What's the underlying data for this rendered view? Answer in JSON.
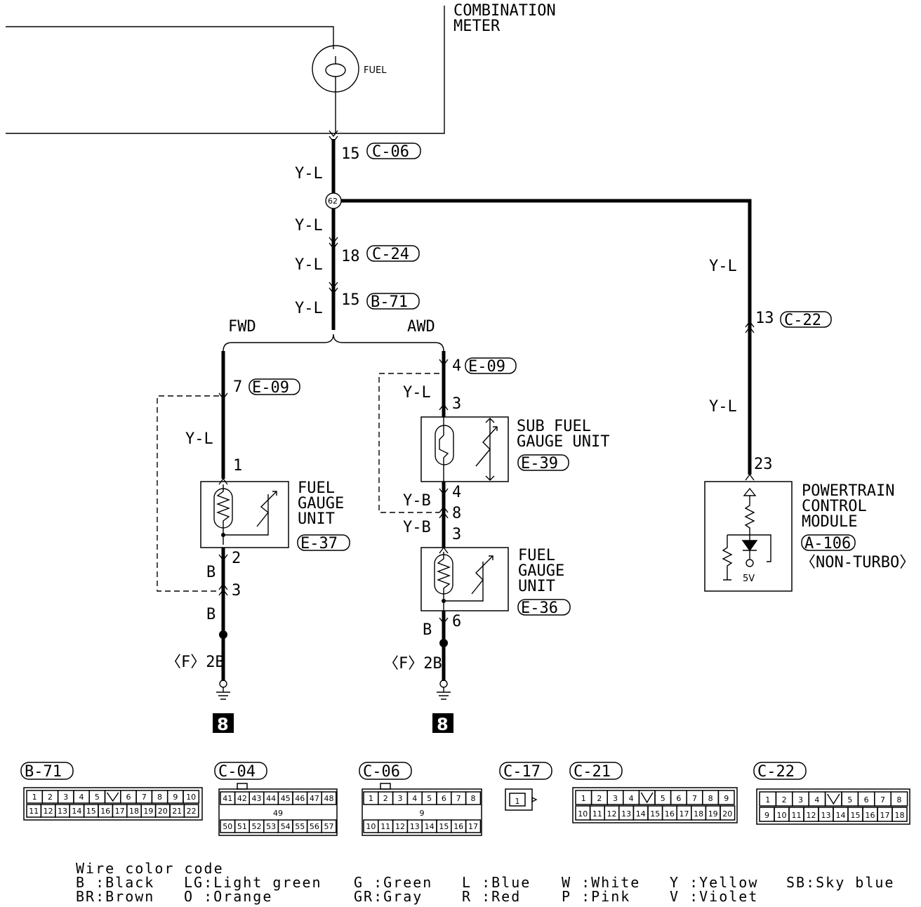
{
  "meter": {
    "title_line1": "COMBINATION",
    "title_line2": "METER",
    "fuel_label": "FUEL"
  },
  "splice": "62",
  "main_wire": {
    "c06": {
      "pin": "15",
      "conn": "C-06"
    },
    "c24": {
      "pin": "18",
      "conn": "C-24"
    },
    "b71": {
      "pin": "15",
      "conn": "B-71"
    },
    "wire_color": "Y-L"
  },
  "branches": {
    "fwd": "FWD",
    "awd": "AWD"
  },
  "fwd": {
    "e09_pin": "7",
    "e09_conn": "E-09",
    "wire_yl": "Y-L",
    "unit_pin_top": "1",
    "unit_pin_bottom": "2",
    "unit_line1": "FUEL",
    "unit_line2": "GAUGE",
    "unit_line3": "UNIT",
    "unit_conn": "E-37",
    "wire_b1": "B",
    "pin3": "3",
    "wire_b2": "B",
    "ground": "〈F〉2B",
    "ground_id": "8"
  },
  "awd": {
    "e09_pin": "4",
    "e09_conn": "E-09",
    "wire_yl": "Y-L",
    "sub_pin_top": "3",
    "sub_pin_bottom": "4",
    "sub_line1": "SUB FUEL",
    "sub_line2": "GAUGE UNIT",
    "sub_conn": "E-39",
    "wire_yb1": "Y-B",
    "pin8": "8",
    "wire_yb2": "Y-B",
    "pin3": "3",
    "unit_line1": "FUEL",
    "unit_line2": "GAUGE",
    "unit_line3": "UNIT",
    "unit_conn": "E-36",
    "wire_b": "B",
    "pin6": "6",
    "ground": "〈F〉2B",
    "ground_id": "8"
  },
  "pcm_branch": {
    "wire_yl1": "Y-L",
    "c22_pin": "13",
    "c22_conn": "C-22",
    "wire_yl2": "Y-L",
    "pin23": "23",
    "line1": "POWERTRAIN",
    "line2": "CONTROL",
    "line3": "MODULE",
    "conn": "A-106",
    "note": "〈NON-TURBO〉",
    "voltage": "5V"
  },
  "connectors": {
    "b71": {
      "title": "B-71",
      "top": [
        "1",
        "2",
        "3",
        "4",
        "5",
        "",
        "6",
        "7",
        "8",
        "9",
        "10"
      ],
      "bottom": [
        "11",
        "12",
        "13",
        "14",
        "15",
        "16",
        "17",
        "18",
        "19",
        "20",
        "21",
        "22"
      ]
    },
    "c04": {
      "title": "C-04",
      "top": [
        "41",
        "42",
        "43",
        "44",
        "45",
        "46",
        "47",
        "48"
      ],
      "mid": "49",
      "bottom": [
        "50",
        "51",
        "52",
        "53",
        "54",
        "55",
        "56",
        "57"
      ]
    },
    "c06": {
      "title": "C-06",
      "top": [
        "1",
        "2",
        "3",
        "4",
        "5",
        "6",
        "7",
        "8"
      ],
      "mid": "9",
      "bottom": [
        "10",
        "11",
        "12",
        "13",
        "14",
        "15",
        "16",
        "17"
      ]
    },
    "c17": {
      "title": "C-17",
      "pin": "1"
    },
    "c21": {
      "title": "C-21",
      "top": [
        "1",
        "2",
        "3",
        "4",
        "",
        "5",
        "6",
        "7",
        "8",
        "9"
      ],
      "bottom": [
        "10",
        "11",
        "12",
        "13",
        "14",
        "15",
        "16",
        "17",
        "18",
        "19",
        "20"
      ]
    },
    "c22": {
      "title": "C-22",
      "top": [
        "1",
        "2",
        "3",
        "4",
        "",
        "5",
        "6",
        "7",
        "8"
      ],
      "bottom": [
        "9",
        "10",
        "11",
        "12",
        "13",
        "14",
        "15",
        "16",
        "17",
        "18"
      ]
    }
  },
  "legend": {
    "title": "Wire color code",
    "items": [
      "B :Black",
      "BR:Brown",
      "LG:Light green",
      "O :Orange",
      "G :Green",
      "GR:Gray",
      "L :Blue",
      "R :Red",
      "W :White",
      "P :Pink",
      "Y :Yellow",
      "V :Violet",
      "SB:Sky blue"
    ]
  }
}
